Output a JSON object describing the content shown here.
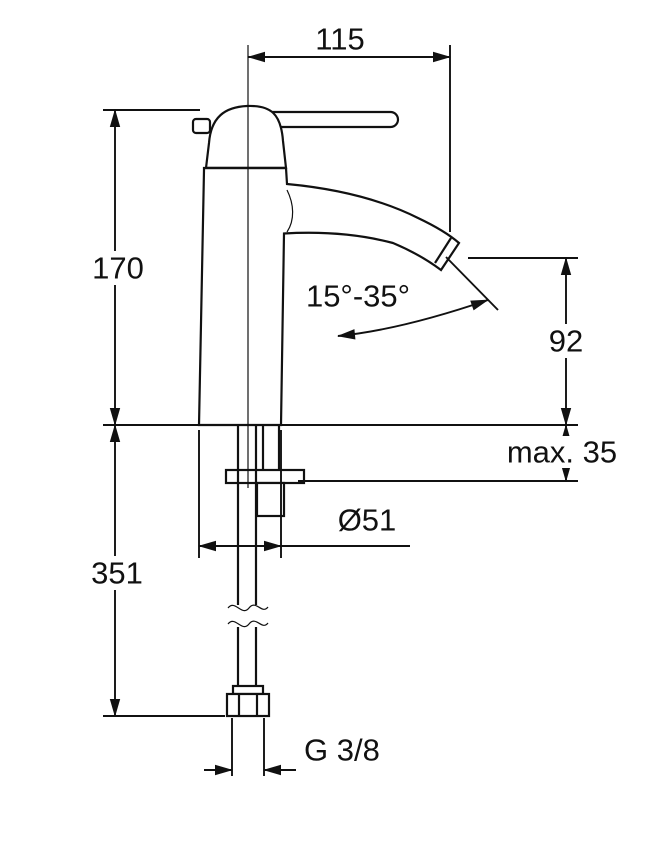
{
  "page": {
    "background_color": "#ffffff",
    "line_color": "#111111"
  },
  "drawing": {
    "name": "single-lever-basin-mixer-dimension-drawing",
    "labels": {
      "spout_reach": "115",
      "height_to_deck": "170",
      "spout_angle_range": "15°-35°",
      "outlet_height": "92",
      "max_deck_thickness": "max. 35",
      "base_diameter": "Ø51",
      "length_below_deck": "351",
      "connection_thread": "G 3/8"
    }
  }
}
